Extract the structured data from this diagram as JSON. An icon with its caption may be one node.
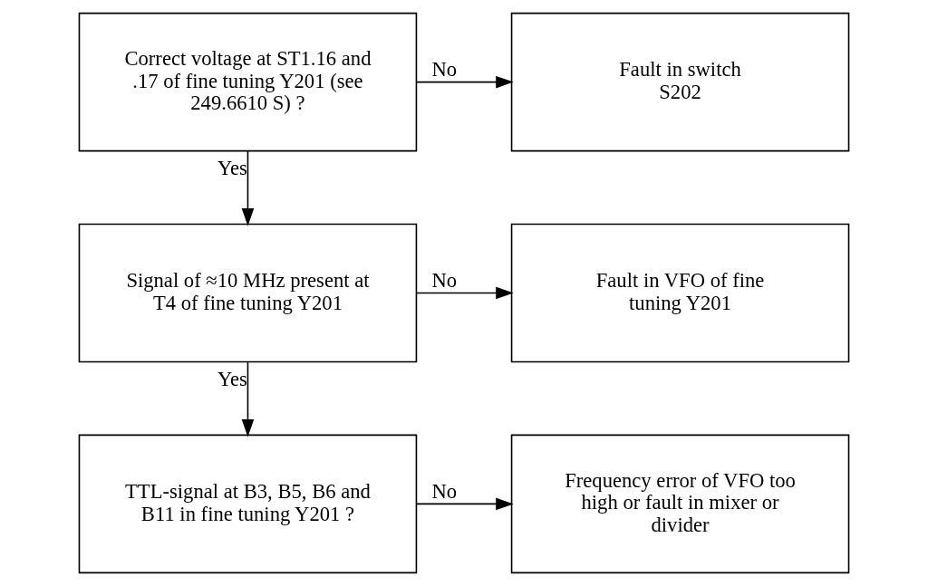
{
  "diagram": {
    "nodes": [
      {
        "text": [
          "Correct voltage at ST1.16 and .17 of fine tuning Y201 (see 249.6610 S) ?"
        ]
      },
      {
        "text": [
          "Fault in switch S202"
        ]
      },
      {
        "text": [
          "Signal of ≈10 MHz present at T4 of fine tuning Y201"
        ]
      },
      {
        "text": [
          "Fault in VFO of fine tuning Y201"
        ]
      },
      {
        "text": [
          "TTL-signal at B3, B5, B6 and B11 in fine tuning Y201 ?"
        ]
      },
      {
        "text": [
          "Frequency error of VFO too high or fault in mixer or divider"
        ]
      }
    ],
    "edges": [
      {
        "from": 0,
        "to": 1,
        "arrow": "to",
        "label": "No"
      },
      {
        "from": 0,
        "to": 2,
        "arrow": "to",
        "label": "Yes"
      },
      {
        "from": 2,
        "to": 3,
        "arrow": "to",
        "label": "No"
      },
      {
        "from": 2,
        "to": 4,
        "arrow": "to",
        "label": "Yes"
      },
      {
        "from": 4,
        "to": 5,
        "arrow": "to",
        "label": "No"
      }
    ]
  }
}
